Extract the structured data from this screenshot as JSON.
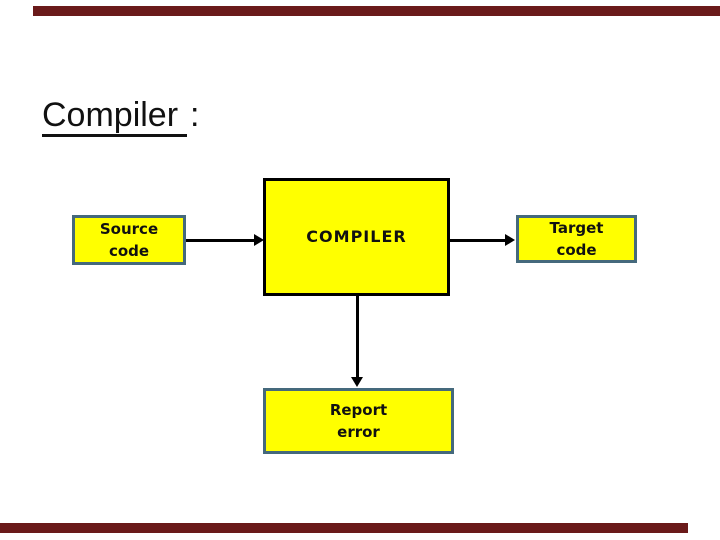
{
  "slide": {
    "title": "Compiler",
    "title_colon": ":",
    "decor_bar_color": "#6a1a1a",
    "background": "#ffffff"
  },
  "diagram": {
    "colors": {
      "box_fill": "#ffff00",
      "small_box_border": "#45697c",
      "main_box_border": "#000000",
      "arrow": "#000000",
      "text": "#111111"
    },
    "boxes": {
      "source": {
        "line1": "Source",
        "line2": "code"
      },
      "compiler": {
        "label": "COMPILER"
      },
      "target": {
        "line1": "Target",
        "line2": "code"
      },
      "report": {
        "line1": "Report",
        "line2": "error"
      }
    },
    "arrows": [
      {
        "name": "source-to-compiler",
        "direction": "right"
      },
      {
        "name": "compiler-to-target",
        "direction": "right"
      },
      {
        "name": "compiler-to-report",
        "direction": "down"
      }
    ]
  }
}
